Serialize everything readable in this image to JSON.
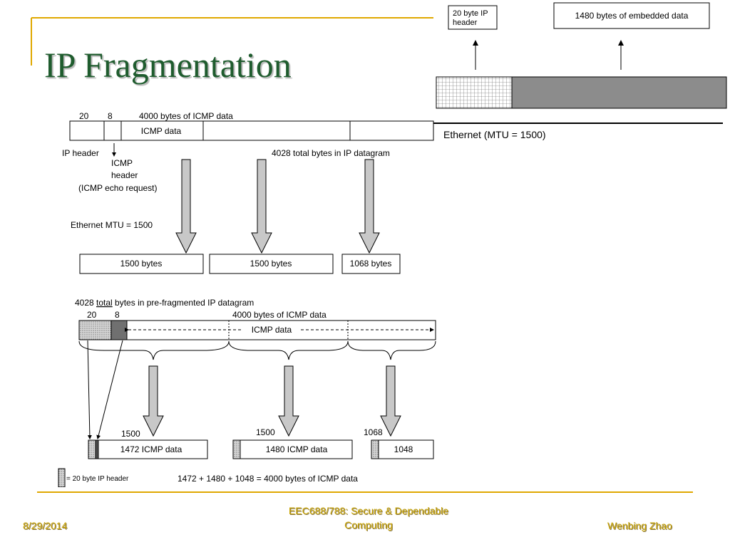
{
  "slide": {
    "title": "IP Fragmentation",
    "colors": {
      "title": "#1f5c2e",
      "accent": "#e0a800",
      "footer": "#c9a400",
      "fill_gray": "#8c8c8c",
      "arrow_gray": "#c8c8c8"
    }
  },
  "top_right_diagram": {
    "ip_header_label_line1": "20 byte IP",
    "ip_header_label_line2": "header",
    "embedded_data_label": "1480 bytes of embedded data",
    "ethernet_label": "Ethernet (MTU = 1500)"
  },
  "upper_diagram": {
    "top_label_20": "20",
    "top_label_8": "8",
    "top_label_icmp": "4000 bytes of ICMP data",
    "icmp_data_cell": "ICMP data",
    "ip_header_label": "IP header",
    "icmp_header_line1": "ICMP",
    "icmp_header_line2": "header",
    "icmp_header_line3": "(ICMP echo request)",
    "total_bytes_label": "4028 total bytes in IP datagram",
    "mtu_label": "Ethernet MTU = 1500",
    "fragments": [
      "1500 bytes",
      "1500 bytes",
      "1068 bytes"
    ]
  },
  "lower_diagram": {
    "heading_prefix": "4028 ",
    "heading_underlined": "total",
    "heading_suffix": " bytes in pre-fragmented IP datagram",
    "label_20": "20",
    "label_8": "8",
    "icmp_bytes_label": "4000 bytes of ICMP data",
    "icmp_data_label": "ICMP data",
    "fragment_sizes": [
      "1500",
      "1500",
      "1068"
    ],
    "fragment_contents": [
      "1472 ICMP data",
      "1480 ICMP data",
      "1048"
    ],
    "legend_text": "= 20 byte IP header",
    "sum_text": "1472 + 1480 + 1048 = 4000 bytes of ICMP data"
  },
  "footer": {
    "date": "8/29/2014",
    "course_line1": "EEC688/788: Secure & Dependable",
    "course_line2": "Computing",
    "author": "Wenbing Zhao"
  }
}
